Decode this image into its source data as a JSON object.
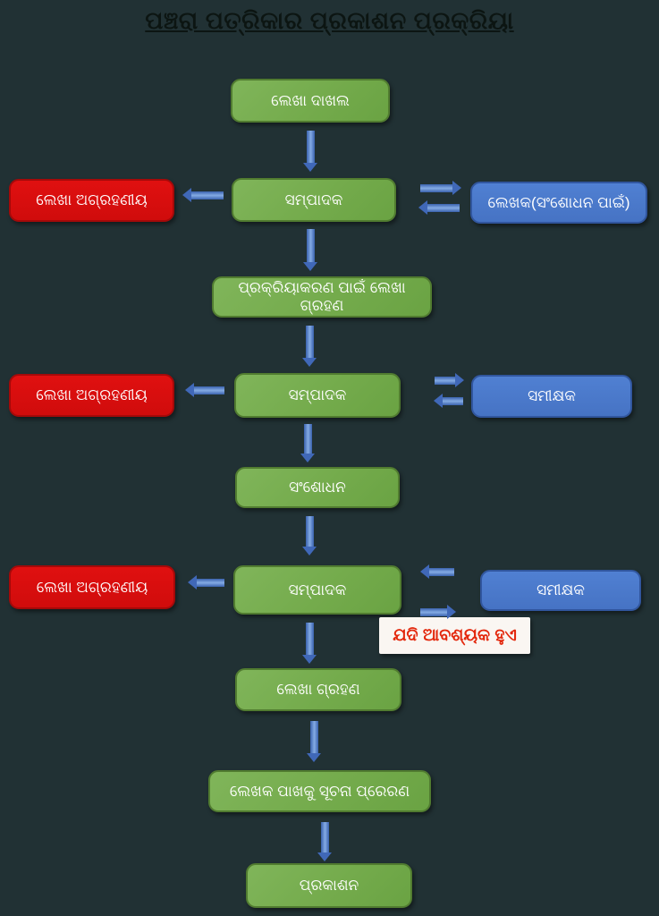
{
  "title": "ପଞ୍ଚରା ପତ୍ରିକାର ପ୍ରକାଶନ ପ୍ରକ୍ରିୟା",
  "colors": {
    "background": "#213134",
    "title_text": "#0c1512",
    "green_box": "#74ab4c",
    "red_box": "#d00c0c",
    "blue_box": "#4673c4",
    "arrow_blue": "#4068b8",
    "note_bg": "#faf6f2",
    "note_text": "#e3270c"
  },
  "nodes": {
    "submit": {
      "label": "ଲେଖା ଦାଖଲ",
      "type": "green"
    },
    "reject1": {
      "label": "ଲେଖା ଅଗ୍ରହଣୀୟ",
      "type": "red"
    },
    "editor1": {
      "label": "ସମ୍ପାଦକ",
      "type": "green"
    },
    "author_revision": {
      "label": "ଲେଖକ(ସଂଶୋଧନ ପାଇଁ)",
      "type": "blue"
    },
    "accept_processing": {
      "label": "ପ୍ରକ୍ରିୟାକରଣ ପାଇଁ ଲେଖା ଗ୍ରହଣ",
      "type": "green"
    },
    "reject2": {
      "label": "ଲେଖା ଅଗ୍ରହଣୀୟ",
      "type": "red"
    },
    "editor2": {
      "label": "ସମ୍ପାଦକ",
      "type": "green"
    },
    "reviewer1": {
      "label": "ସମୀକ୍ଷକ",
      "type": "blue"
    },
    "revision": {
      "label": "ସଂଶୋଧନ",
      "type": "green"
    },
    "reject3": {
      "label": "ଲେଖା ଅଗ୍ରହଣୀୟ",
      "type": "red"
    },
    "editor3": {
      "label": "ସମ୍ପାଦକ",
      "type": "green"
    },
    "reviewer2": {
      "label": "ସମୀକ୍ଷକ",
      "type": "blue"
    },
    "note_if_needed": {
      "label": "ଯଦି ଆବଶ୍ୟକ ହୁଏ",
      "type": "note"
    },
    "accept": {
      "label": "ଲେଖା ଗ୍ରହଣ",
      "type": "green"
    },
    "notify_author": {
      "label": "ଲେଖକ ପାଖକୁ ସୂଚନା ପ୍ରେରଣ",
      "type": "green"
    },
    "publish": {
      "label": "ପ୍ରକାଶନ",
      "type": "green"
    }
  }
}
